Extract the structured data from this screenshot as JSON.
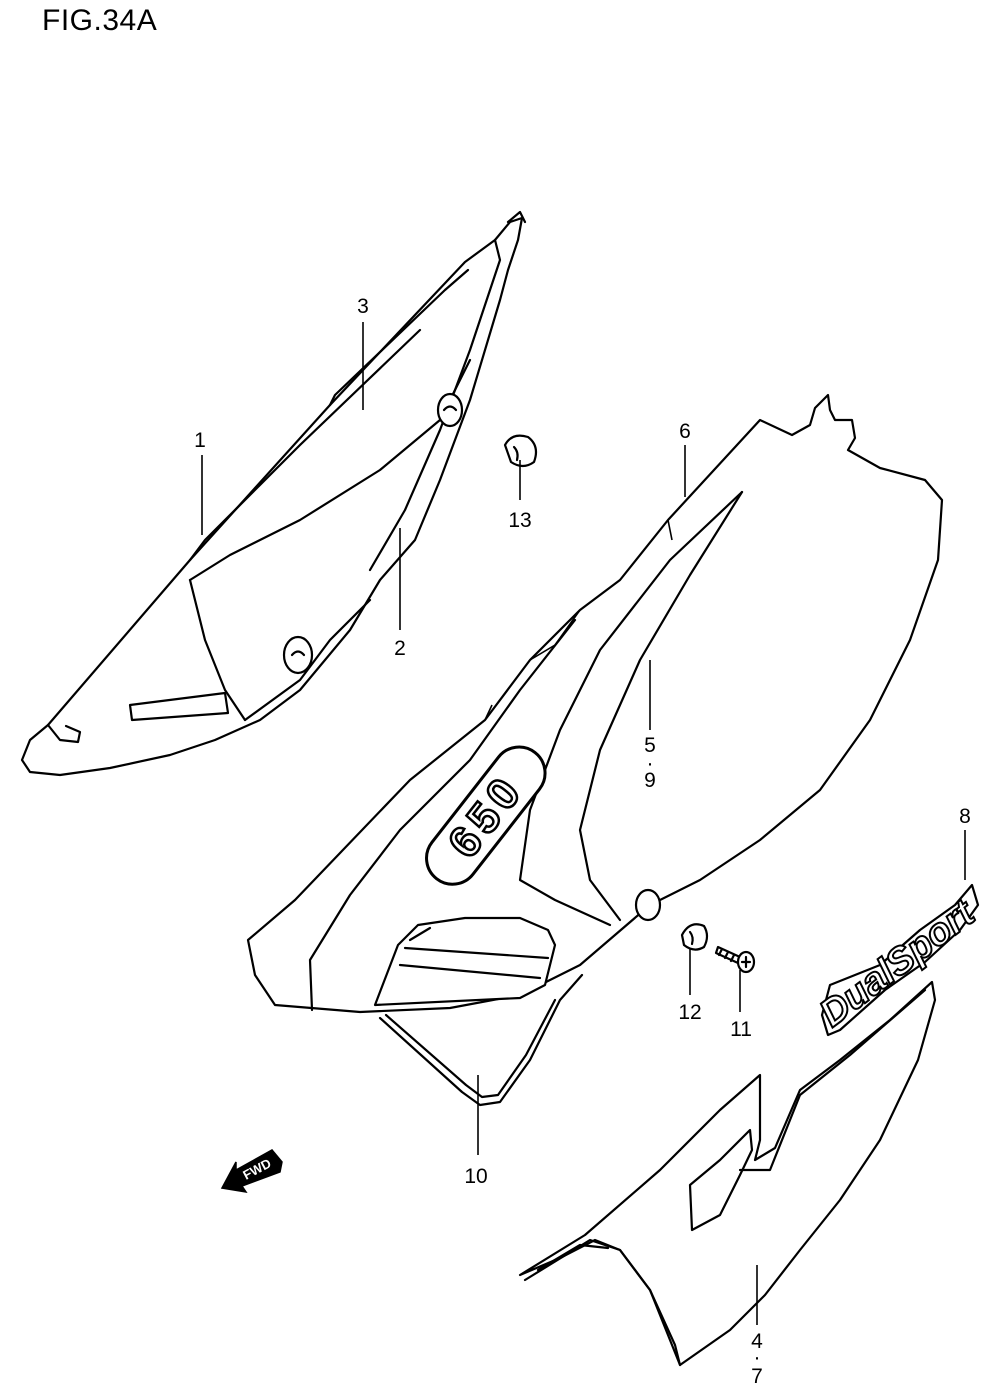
{
  "figure": {
    "title": "FIG.34A"
  },
  "callouts": {
    "c1": "1",
    "c2": "2",
    "c3": "3",
    "c4": "4",
    "c7": "7",
    "c5": "5",
    "c9": "9",
    "c6": "6",
    "c8": "8",
    "c10": "10",
    "c11": "11",
    "c12": "12",
    "c13": "13",
    "sep_59": "·",
    "sep_47": "·"
  },
  "graphics": {
    "fwd_arrow_text": "FWD",
    "emblem_650": "650",
    "decal_dualsport": "DualSport"
  }
}
